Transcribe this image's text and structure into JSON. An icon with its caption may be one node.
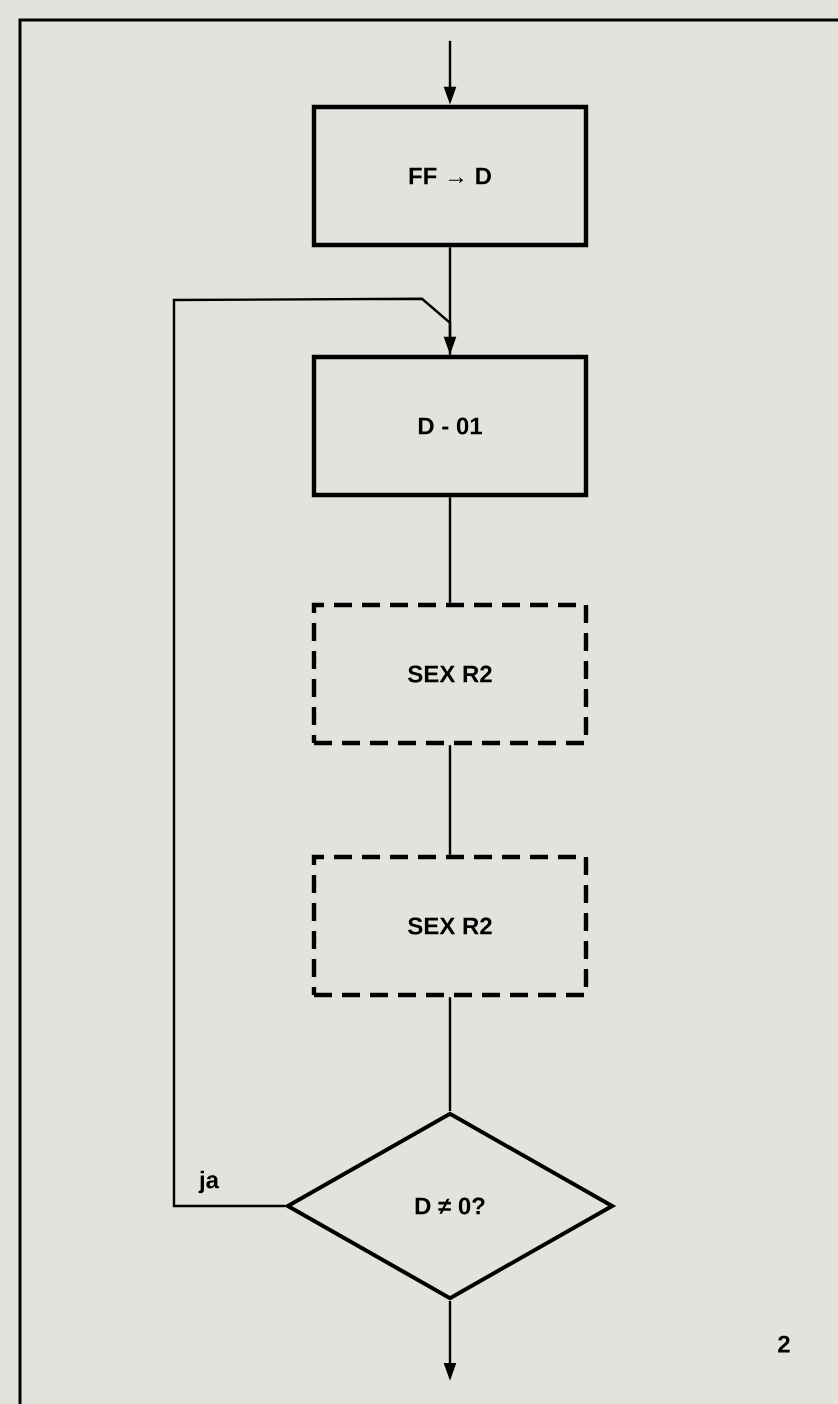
{
  "diagram": {
    "nodes": [
      {
        "text": [
          "FF → D"
        ]
      },
      {
        "text": [
          "D - 01"
        ]
      },
      {
        "text": [
          "SEX R2"
        ]
      },
      {
        "text": [
          "SEX R2"
        ]
      },
      {
        "text": [
          "D ≠ 0?"
        ]
      }
    ],
    "edges": [
      {
        "from": null,
        "to": 0,
        "arrow": "to"
      },
      {
        "from": 0,
        "to": 1,
        "arrow": "none"
      },
      {
        "from": 1,
        "to": 2,
        "arrow": "none"
      },
      {
        "from": 2,
        "to": 3,
        "arrow": "none"
      },
      {
        "from": 3,
        "to": 4,
        "arrow": "none"
      },
      {
        "from": 4,
        "to": 1,
        "arrow": "to",
        "label": "ja"
      },
      {
        "from": 4,
        "to": null,
        "arrow": "to"
      }
    ],
    "labels": [
      "2"
    ]
  }
}
